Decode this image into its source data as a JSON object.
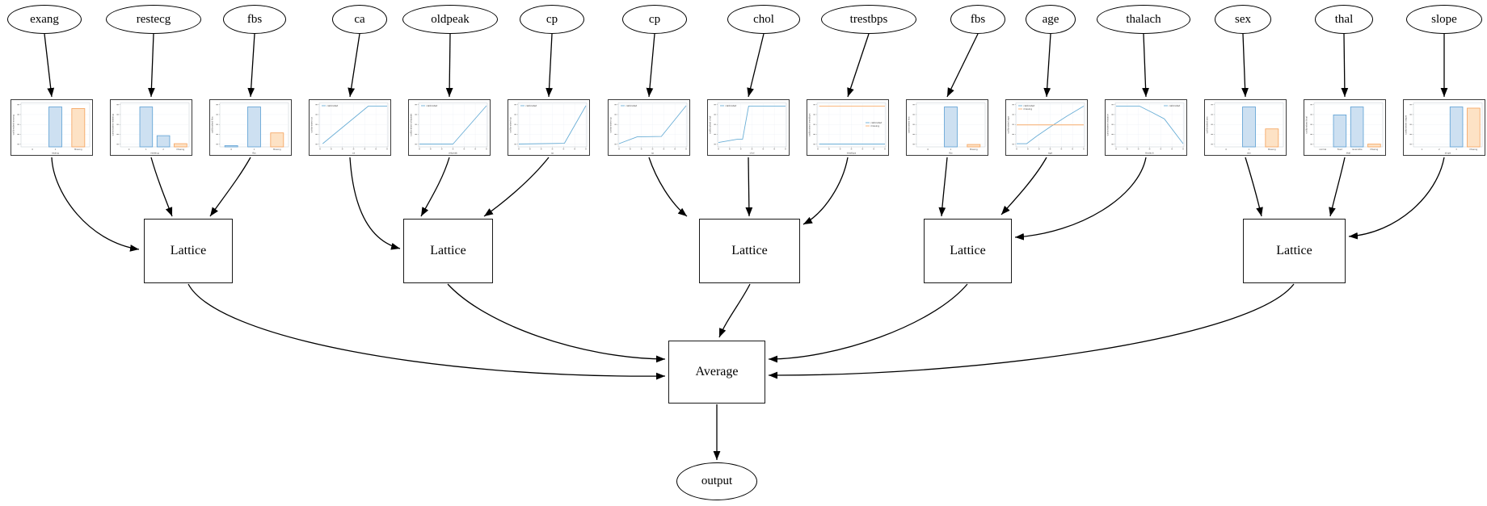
{
  "diagram": {
    "feature_nodes": [
      "exang",
      "restecg",
      "fbs",
      "ca",
      "oldpeak",
      "cp",
      "cp",
      "chol",
      "trestbps",
      "fbs",
      "age",
      "thalach",
      "sex",
      "thal",
      "slope"
    ],
    "lattice_nodes": [
      "Lattice",
      "Lattice",
      "Lattice",
      "Lattice",
      "Lattice"
    ],
    "combiner_node": "Average",
    "output_node": "output",
    "edges": [
      {
        "from": "exang",
        "to": "calibrator-exang"
      },
      {
        "from": "restecg",
        "to": "calibrator-restecg"
      },
      {
        "from": "fbs",
        "to": "calibrator-fbs-1"
      },
      {
        "from": "ca",
        "to": "calibrator-ca"
      },
      {
        "from": "oldpeak",
        "to": "calibrator-oldpeak"
      },
      {
        "from": "cp",
        "to": "calibrator-cp-1"
      },
      {
        "from": "cp",
        "to": "calibrator-cp-2"
      },
      {
        "from": "chol",
        "to": "calibrator-chol"
      },
      {
        "from": "trestbps",
        "to": "calibrator-trestbps"
      },
      {
        "from": "fbs",
        "to": "calibrator-fbs-2"
      },
      {
        "from": "age",
        "to": "calibrator-age"
      },
      {
        "from": "thalach",
        "to": "calibrator-thalach"
      },
      {
        "from": "sex",
        "to": "calibrator-sex"
      },
      {
        "from": "thal",
        "to": "calibrator-thal"
      },
      {
        "from": "slope",
        "to": "calibrator-slope"
      },
      {
        "from": "calibrator-exang",
        "to": "lattice-1"
      },
      {
        "from": "calibrator-restecg",
        "to": "lattice-1"
      },
      {
        "from": "calibrator-fbs-1",
        "to": "lattice-1"
      },
      {
        "from": "calibrator-ca",
        "to": "lattice-2"
      },
      {
        "from": "calibrator-oldpeak",
        "to": "lattice-2"
      },
      {
        "from": "calibrator-cp-1",
        "to": "lattice-2"
      },
      {
        "from": "calibrator-cp-2",
        "to": "lattice-3"
      },
      {
        "from": "calibrator-chol",
        "to": "lattice-3"
      },
      {
        "from": "calibrator-trestbps",
        "to": "lattice-3"
      },
      {
        "from": "calibrator-fbs-2",
        "to": "lattice-4"
      },
      {
        "from": "calibrator-age",
        "to": "lattice-4"
      },
      {
        "from": "calibrator-thalach",
        "to": "lattice-4"
      },
      {
        "from": "calibrator-sex",
        "to": "lattice-5"
      },
      {
        "from": "calibrator-thal",
        "to": "lattice-5"
      },
      {
        "from": "calibrator-slope",
        "to": "lattice-5"
      },
      {
        "from": "lattice-1",
        "to": "average"
      },
      {
        "from": "lattice-2",
        "to": "average"
      },
      {
        "from": "lattice-3",
        "to": "average"
      },
      {
        "from": "lattice-4",
        "to": "average"
      },
      {
        "from": "lattice-5",
        "to": "average"
      },
      {
        "from": "average",
        "to": "output"
      }
    ]
  },
  "colors": {
    "calibrated_line": "#6aaed6",
    "missing_line": "#f9ae6d",
    "bar_blue_fill": "#cde0f1",
    "bar_blue_edge": "#5b9fd4",
    "bar_orange_fill": "#fde2c5",
    "bar_orange_edge": "#f5a15a",
    "edge_color": "#000000"
  },
  "chart_data": [
    {
      "type": "bar",
      "xlabel": "exang",
      "ylabel": "calibrated exang",
      "categories": [
        "0",
        "1",
        "Missing"
      ],
      "series": [
        {
          "name": "calibrated",
          "color": "blue",
          "values": [
            0,
            1.0,
            0
          ]
        },
        {
          "name": "missing",
          "color": "orange",
          "values": [
            0,
            0,
            0.96
          ]
        }
      ]
    },
    {
      "type": "bar",
      "xlabel": "restecg",
      "ylabel": "calibrated restecg",
      "categories": [
        "0",
        "1",
        "2",
        "Missing"
      ],
      "series": [
        {
          "name": "calibrated",
          "color": "blue",
          "values": [
            0,
            1.0,
            0.28,
            0
          ]
        },
        {
          "name": "missing",
          "color": "orange",
          "values": [
            0,
            0,
            0,
            0.08
          ]
        }
      ]
    },
    {
      "type": "bar",
      "xlabel": "fbs",
      "ylabel": "calibrated fbs",
      "categories": [
        "0",
        "1",
        "Missing"
      ],
      "series": [
        {
          "name": "calibrated",
          "color": "blue",
          "values": [
            0.03,
            1.0,
            0
          ]
        },
        {
          "name": "missing",
          "color": "orange",
          "values": [
            0,
            0,
            0.35
          ]
        }
      ]
    },
    {
      "type": "line",
      "xlabel": "ca",
      "ylabel": "calibrated ca",
      "legend": {
        "pos": "tl",
        "entries": [
          "calibrated"
        ]
      },
      "series": [
        {
          "name": "calibrated",
          "color": "blue",
          "points": [
            [
              0.04,
              0.03
            ],
            [
              0.72,
              0.97
            ],
            [
              1,
              0.97
            ]
          ]
        }
      ]
    },
    {
      "type": "line",
      "xlabel": "oldpeak",
      "ylabel": "calibrated oldpeak",
      "legend": {
        "pos": "tl",
        "entries": [
          "calibrated"
        ]
      },
      "series": [
        {
          "name": "calibrated",
          "color": "blue",
          "points": [
            [
              0,
              0.02
            ],
            [
              0.5,
              0.02
            ],
            [
              1,
              0.98
            ]
          ]
        }
      ]
    },
    {
      "type": "line",
      "xlabel": "cp",
      "ylabel": "calibrated cp",
      "legend": {
        "pos": "tl",
        "entries": [
          "calibrated"
        ]
      },
      "series": [
        {
          "name": "calibrated",
          "color": "blue",
          "points": [
            [
              0,
              0.02
            ],
            [
              0.68,
              0.04
            ],
            [
              1,
              0.98
            ]
          ]
        }
      ]
    },
    {
      "type": "line",
      "xlabel": "cp",
      "ylabel": "calibrated cp",
      "legend": {
        "pos": "tl",
        "entries": [
          "calibrated"
        ]
      },
      "series": [
        {
          "name": "calibrated",
          "color": "blue",
          "points": [
            [
              0,
              0.03
            ],
            [
              0.27,
              0.2
            ],
            [
              0.63,
              0.21
            ],
            [
              1,
              0.98
            ]
          ]
        }
      ]
    },
    {
      "type": "line",
      "xlabel": "chol",
      "ylabel": "calibrated chol",
      "legend": {
        "pos": "tl",
        "entries": [
          "calibrated"
        ]
      },
      "series": [
        {
          "name": "calibrated",
          "color": "blue",
          "points": [
            [
              0,
              0.06
            ],
            [
              0.28,
              0.14
            ],
            [
              0.36,
              0.14
            ],
            [
              0.45,
              0.97
            ],
            [
              1,
              0.97
            ]
          ]
        }
      ]
    },
    {
      "type": "line",
      "xlabel": "trestbps",
      "ylabel": "calibrated trestbps",
      "legend": {
        "pos": "mr",
        "entries": [
          "calibrated",
          "missing"
        ]
      },
      "series": [
        {
          "name": "calibrated",
          "color": "blue",
          "points": [
            [
              0.02,
              0.02
            ],
            [
              1,
              0.02
            ]
          ]
        },
        {
          "name": "missing",
          "color": "orange",
          "points": [
            [
              0.02,
              0.97
            ],
            [
              1,
              0.97
            ]
          ]
        }
      ]
    },
    {
      "type": "bar",
      "xlabel": "fbs",
      "ylabel": "calibrated fbs",
      "categories": [
        "0",
        "1",
        "Missing"
      ],
      "series": [
        {
          "name": "calibrated",
          "color": "blue",
          "values": [
            0,
            1.0,
            0
          ]
        },
        {
          "name": "missing",
          "color": "orange",
          "values": [
            0,
            0,
            0.06
          ]
        }
      ]
    },
    {
      "type": "line",
      "xlabel": "age",
      "ylabel": "calibrated age",
      "legend": {
        "pos": "tl",
        "entries": [
          "calibrated",
          "missing"
        ]
      },
      "series": [
        {
          "name": "calibrated",
          "color": "blue",
          "points": [
            [
              0,
              0.03
            ],
            [
              0.15,
              0.03
            ],
            [
              0.3,
              0.22
            ],
            [
              0.5,
              0.45
            ],
            [
              0.75,
              0.72
            ],
            [
              1,
              0.97
            ]
          ]
        },
        {
          "name": "missing",
          "color": "orange",
          "points": [
            [
              0,
              0.5
            ],
            [
              1,
              0.5
            ]
          ]
        }
      ]
    },
    {
      "type": "line",
      "xlabel": "thalach",
      "ylabel": "calibrated thalach",
      "legend": {
        "pos": "tr",
        "entries": [
          "calibrated"
        ]
      },
      "series": [
        {
          "name": "calibrated",
          "color": "blue",
          "points": [
            [
              0,
              0.97
            ],
            [
              0.35,
              0.97
            ],
            [
              0.55,
              0.8
            ],
            [
              0.72,
              0.65
            ],
            [
              1,
              0.03
            ]
          ]
        }
      ]
    },
    {
      "type": "bar",
      "xlabel": "sex",
      "ylabel": "calibrated sex",
      "categories": [
        "0",
        "1",
        "Missing"
      ],
      "series": [
        {
          "name": "calibrated",
          "color": "blue",
          "values": [
            0,
            1.0,
            0
          ]
        },
        {
          "name": "missing",
          "color": "orange",
          "values": [
            0,
            0,
            0.45
          ]
        }
      ]
    },
    {
      "type": "bar",
      "xlabel": "thal",
      "ylabel": "calibrated thal",
      "categories": [
        "normal",
        "fixed",
        "reversible",
        "Missing"
      ],
      "series": [
        {
          "name": "calibrated",
          "color": "blue",
          "values": [
            0,
            0.8,
            1.0,
            0
          ]
        },
        {
          "name": "missing",
          "color": "orange",
          "values": [
            0,
            0,
            0,
            0.07
          ]
        }
      ]
    },
    {
      "type": "bar",
      "xlabel": "slope",
      "ylabel": "calibrated slope",
      "categories": [
        "1",
        "2",
        "3",
        "Missing"
      ],
      "series": [
        {
          "name": "calibrated",
          "color": "blue",
          "values": [
            0,
            0,
            1.0,
            0
          ]
        },
        {
          "name": "missing",
          "color": "orange",
          "values": [
            0,
            0,
            0,
            0.97
          ]
        }
      ]
    }
  ]
}
